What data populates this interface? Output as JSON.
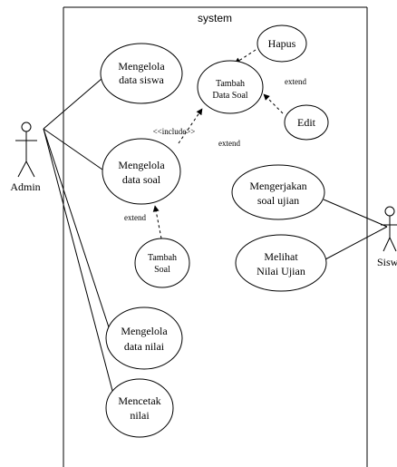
{
  "system_label": "system",
  "actors": {
    "admin": "Admin",
    "siswa": "Sisw"
  },
  "use_cases": {
    "mengelola_siswa": [
      "Mengelola",
      "data siswa"
    ],
    "mengelola_soal": [
      "Mengelola",
      "data soal"
    ],
    "tambah_data_soal": [
      "Tambah",
      "Data Soal"
    ],
    "hapus": [
      "Hapus"
    ],
    "edit": [
      "Edit"
    ],
    "tambah_soal": [
      "Tambah",
      "Soal"
    ],
    "mengelola_nilai": [
      "Mengelola",
      "data nilai"
    ],
    "mencetak_nilai": [
      "Mencetak",
      "nilai"
    ],
    "mengerjakan_soal": [
      "Mengerjakan",
      "soal ujian"
    ],
    "melihat_nilai": [
      "Melihat",
      "Nilai Ujian"
    ]
  },
  "relations": {
    "include": "<<include>>",
    "extend_hapus": "extend",
    "extend_edit": "extend",
    "extend_tambah_soal": "extend"
  },
  "colors": {
    "line": "#000000",
    "background": "#ffffff"
  }
}
